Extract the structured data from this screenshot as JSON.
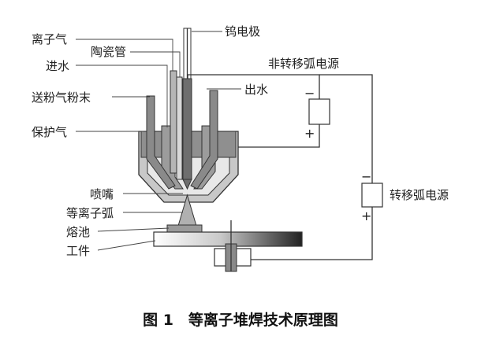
{
  "labels": {
    "tungsten_electrode": "钨电极",
    "ion_gas": "离子气",
    "ceramic_tube": "陶瓷管",
    "water_in": "进水",
    "powder_feed_gas": "送粉气粉末",
    "water_out": "出水",
    "shield_gas": "保护气",
    "nozzle": "喷嘴",
    "plasma_arc": "等离子弧",
    "molten_pool": "熔池",
    "workpiece": "工件",
    "non_transferred_arc_power": "非转移弧电源",
    "transferred_arc_power": "转移弧电源"
  },
  "signs": {
    "upper_minus": "−",
    "upper_plus": "+",
    "right_minus": "−",
    "right_plus": "+"
  },
  "caption": "图 1　等离子堆焊技术原理图",
  "colors": {
    "dark_gray": "#6e6e6e",
    "mid_gray": "#9c9c9c",
    "light_gray": "#c8c8c8",
    "line": "#333333"
  }
}
